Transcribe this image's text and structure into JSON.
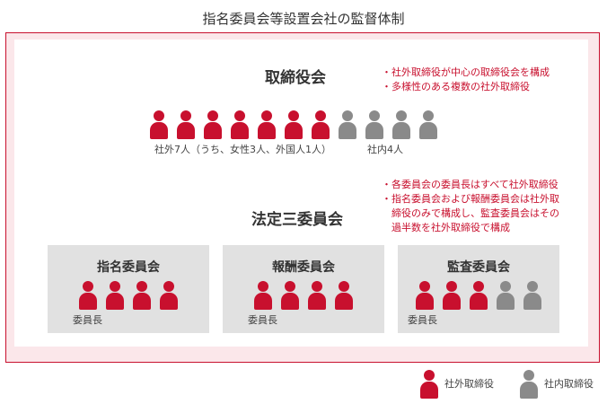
{
  "title": "指名委員会等設置会社の監督体制",
  "board": {
    "heading": "取締役会",
    "notes": [
      "・社外取締役が中心の取締役会を構成",
      "・多様性のある複数の社外取締役"
    ],
    "outside_count": 7,
    "inside_count": 4,
    "outside_caption": "社外7人（うち、女性3人、外国人1人）",
    "inside_caption": "社内4人"
  },
  "committees_section": {
    "heading": "法定三委員会",
    "notes": [
      "・各委員会の委員長はすべて社外取締役",
      "・指名委員会および報酬委員会は社外取",
      "　締役のみで構成し、監査委員会はその",
      "　過半数を社外取締役で構成"
    ]
  },
  "committees": [
    {
      "name": "指名委員会",
      "outside": 4,
      "inside": 0,
      "chair_label": "委員長"
    },
    {
      "name": "報酬委員会",
      "outside": 4,
      "inside": 0,
      "chair_label": "委員長"
    },
    {
      "name": "監査委員会",
      "outside": 3,
      "inside": 2,
      "chair_label": "委員長"
    }
  ],
  "legend": [
    {
      "label": "社外取締役",
      "color": "#c8102e"
    },
    {
      "label": "社内取締役",
      "color": "#8a8a8a"
    }
  ]
}
